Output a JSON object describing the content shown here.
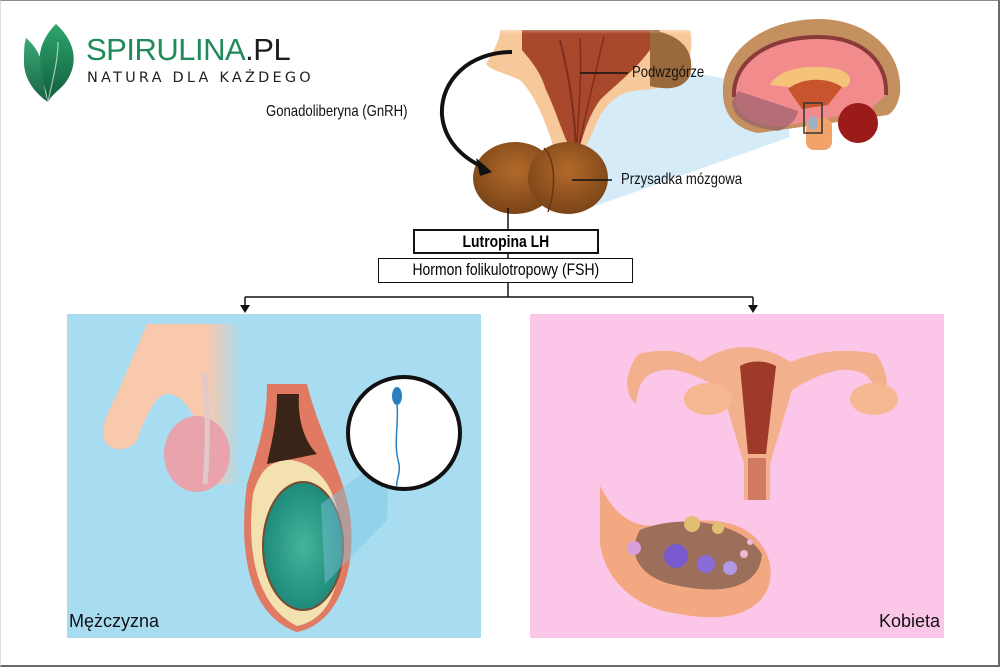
{
  "brand": {
    "name_main": "SPIRULINA",
    "name_suffix": ".PL",
    "tagline": "NATURA DLA KAŻDEGO",
    "colors": {
      "green": "#1f8a5a",
      "dark": "#1d1d1d"
    }
  },
  "icons": {
    "logo": "leaf-icon",
    "arrow": "curved-arrow-icon"
  },
  "labels": {
    "gnrh": "Gonadoliberyna (GnRH)",
    "hypothalamus": "Podwzgórze",
    "pituitary": "Przysadka mózgowa"
  },
  "hormones": {
    "lh": "Lutropina LH",
    "fsh": "Hormon folikulotropowy (FSH)"
  },
  "panels": {
    "male": {
      "label": "Mężczyzna",
      "bg": "#a7dcf1"
    },
    "female": {
      "label": "Kobieta",
      "bg": "#fcc6e9"
    }
  }
}
